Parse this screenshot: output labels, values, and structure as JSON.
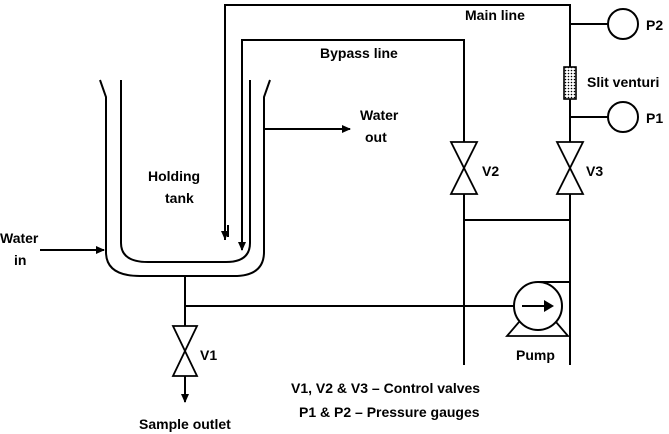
{
  "labels": {
    "main_line": "Main line",
    "bypass_line": "Bypass line",
    "p2": "P2",
    "p1": "P1",
    "slit_venturi": "Slit venturi",
    "water_out_1": "Water",
    "water_out_2": "out",
    "holding_tank_1": "Holding",
    "holding_tank_2": "tank",
    "water_in_1": "Water",
    "water_in_2": "in",
    "v1": "V1",
    "v2": "V2",
    "v3": "V3",
    "pump": "Pump",
    "sample_outlet": "Sample outlet",
    "legend_valves": "V1, V2 & V3 – Control valves",
    "legend_gauges": "P1 & P2  – Pressure gauges"
  }
}
